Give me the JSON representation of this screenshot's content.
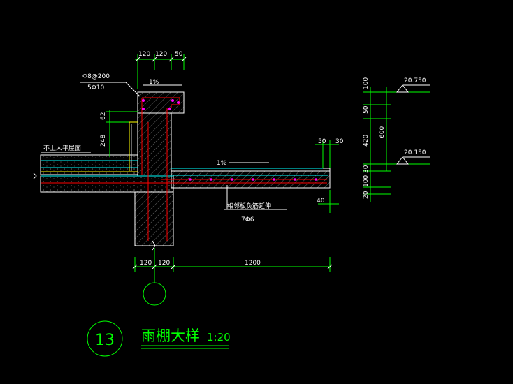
{
  "drawing": {
    "title": "雨棚大样",
    "scale": "1:20",
    "detail_number": "13",
    "colors": {
      "background": "#000000",
      "dimension": "#00ff00",
      "outline": "#ffffff",
      "concrete_edge": "#00ffff",
      "rebar": "#ff0000",
      "rebar_dots": "#ff00ff",
      "finish": "#ffff00"
    }
  },
  "labels": {
    "top_rebar_1": "Φ8@200",
    "top_rebar_2": "5Φ10",
    "roof_note": "不上人平屋面",
    "slope_upper": "1%",
    "slope_lower": "1%",
    "bottom_note": "相邻板负筋延伸",
    "bottom_rebar": "7Φ6"
  },
  "dimensions": {
    "top": [
      "120",
      "120",
      "50"
    ],
    "top_left_height": "62",
    "wall_height": "248",
    "canopy_tip_top": [
      "50",
      "30"
    ],
    "canopy_tip_bottom": "40",
    "bottom": [
      "120",
      "120",
      "1200"
    ],
    "right_vertical": [
      "100",
      "50",
      "420",
      "30",
      "100",
      "20"
    ],
    "right_total": "600",
    "elevation_top": "20.750",
    "elevation_bottom": "20.150"
  }
}
